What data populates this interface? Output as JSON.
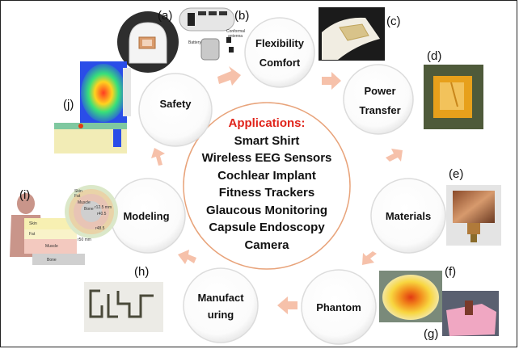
{
  "center": {
    "title": "Applications:",
    "items": [
      "Smart Shirt",
      "Wireless EEG Sensors",
      "Cochlear Implant",
      "Fitness Trackers",
      "Glaucous Monitoring",
      "Capsule Endoscopy",
      "Camera"
    ]
  },
  "nodes": {
    "flexibility": [
      "Flexibility",
      "Comfort"
    ],
    "power": [
      "Power",
      "Transfer"
    ],
    "materials": [
      "Materials"
    ],
    "phantom": [
      "Phantom"
    ],
    "manufacturing": [
      "Manufact",
      "uring"
    ],
    "modeling": [
      "Modeling"
    ],
    "safety": [
      "Safety"
    ]
  },
  "labels": {
    "a": "(a)",
    "b": "(b)",
    "c": "(c)",
    "d": "(d)",
    "e": "(e)",
    "f": "(f)",
    "g": "(g)",
    "h": "(h)",
    "i": "(i)",
    "j": "(j)"
  },
  "inset_text": {
    "conformal": "Conformal",
    "antenna": "antenna",
    "battery": "Battery",
    "skin": "Skin",
    "fat": "Fat",
    "muscle": "Muscle",
    "bone": "Bone",
    "r_small": "r12.5 mm",
    "r_mid": "r40.5",
    "r_large": "r48.5",
    "r_outer": "r50 mm"
  },
  "colors": {
    "center_title": "#e0241b",
    "center_ring": "#e8a37a",
    "arrow": "#f6c1aa",
    "bubble_edge": "#dcdcdc"
  }
}
